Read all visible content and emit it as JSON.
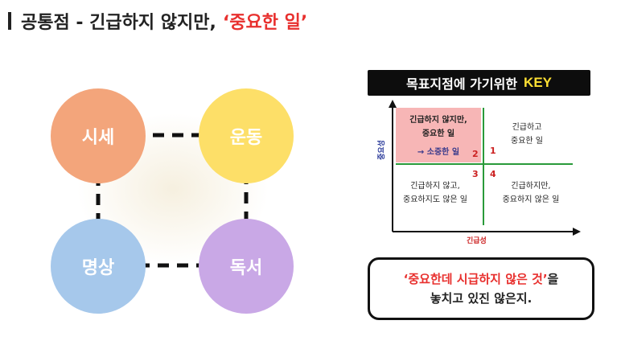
{
  "header": {
    "title": "공통점 - 긴급하지 않지만,",
    "title_accent": "‘중요한 일’"
  },
  "circles": {
    "top_left": "시세",
    "top_right": "운동",
    "bottom_left": "명상",
    "bottom_right": "독서"
  },
  "key_panel": {
    "title": "목표지점에 가기위한",
    "title_accent": "KEY"
  },
  "matrix": {
    "q1_lines": "긴급하지 않지만,",
    "q1_line2": "중요한 일",
    "q1_arrow": "→ 소중한 일",
    "q2_line1": "긴급하고",
    "q2_line2": "중요한 일",
    "q3_line1": "긴급하지 않고,",
    "q3_line2": "중요하지도 않은 일",
    "q4_line1": "긴급하지만,",
    "q4_line2": "중요하지 않은 일",
    "num_1": "1",
    "num_2": "2",
    "num_3": "3",
    "num_4": "4",
    "y_axis": "중요성",
    "x_axis": "긴급성"
  },
  "note": {
    "accent": "‘중요한데 시급하지 않은 것’",
    "after_accent": "을",
    "line2": "놓치고 있진 않은지."
  },
  "colors": {
    "accent_red": "#e8302e",
    "circle_orange": "#f3a57b",
    "circle_yellow": "#fddf68",
    "circle_blue": "#a6c8eb",
    "circle_purple": "#c9a8e6",
    "key_yellow": "#ffe033",
    "highlight_pink": "#f7b6b6"
  }
}
